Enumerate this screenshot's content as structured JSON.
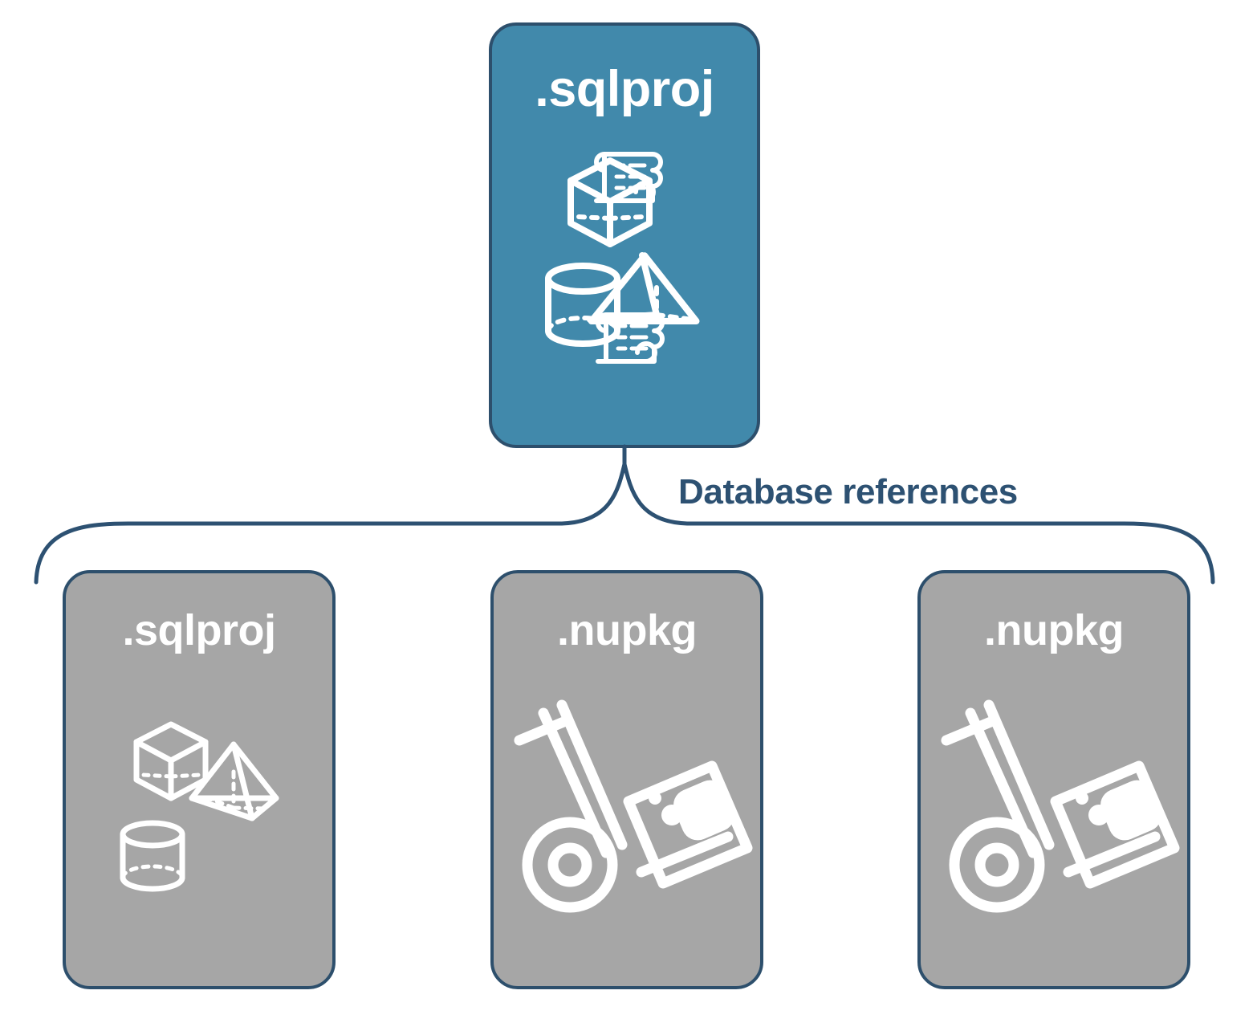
{
  "diagram": {
    "title_text": "Database references",
    "colors": {
      "primary_fill": "#4189AB",
      "secondary_fill": "#A6A6A6",
      "stroke": "#2D4F6C",
      "label_text": "#2D5172",
      "icon": "#FFFFFF",
      "background": "#FFFFFF"
    },
    "source_node": {
      "label": ".sqlproj",
      "fill": "primary",
      "icons": [
        "cube-wireframe-icon",
        "pyramid-wireframe-icon",
        "cylinder-wireframe-icon",
        "script-scroll-icon",
        "script-scroll-icon"
      ]
    },
    "connector": {
      "type": "curly-bracket",
      "label": "Database references",
      "branch_count": 3
    },
    "reference_nodes": [
      {
        "label": ".sqlproj",
        "fill": "secondary",
        "icons": [
          "cube-wireframe-icon",
          "pyramid-wireframe-icon",
          "cylinder-wireframe-icon"
        ]
      },
      {
        "label": ".nupkg",
        "fill": "secondary",
        "icons": [
          "package-handtruck-icon"
        ]
      },
      {
        "label": ".nupkg",
        "fill": "secondary",
        "icons": [
          "package-handtruck-icon"
        ]
      }
    ]
  }
}
